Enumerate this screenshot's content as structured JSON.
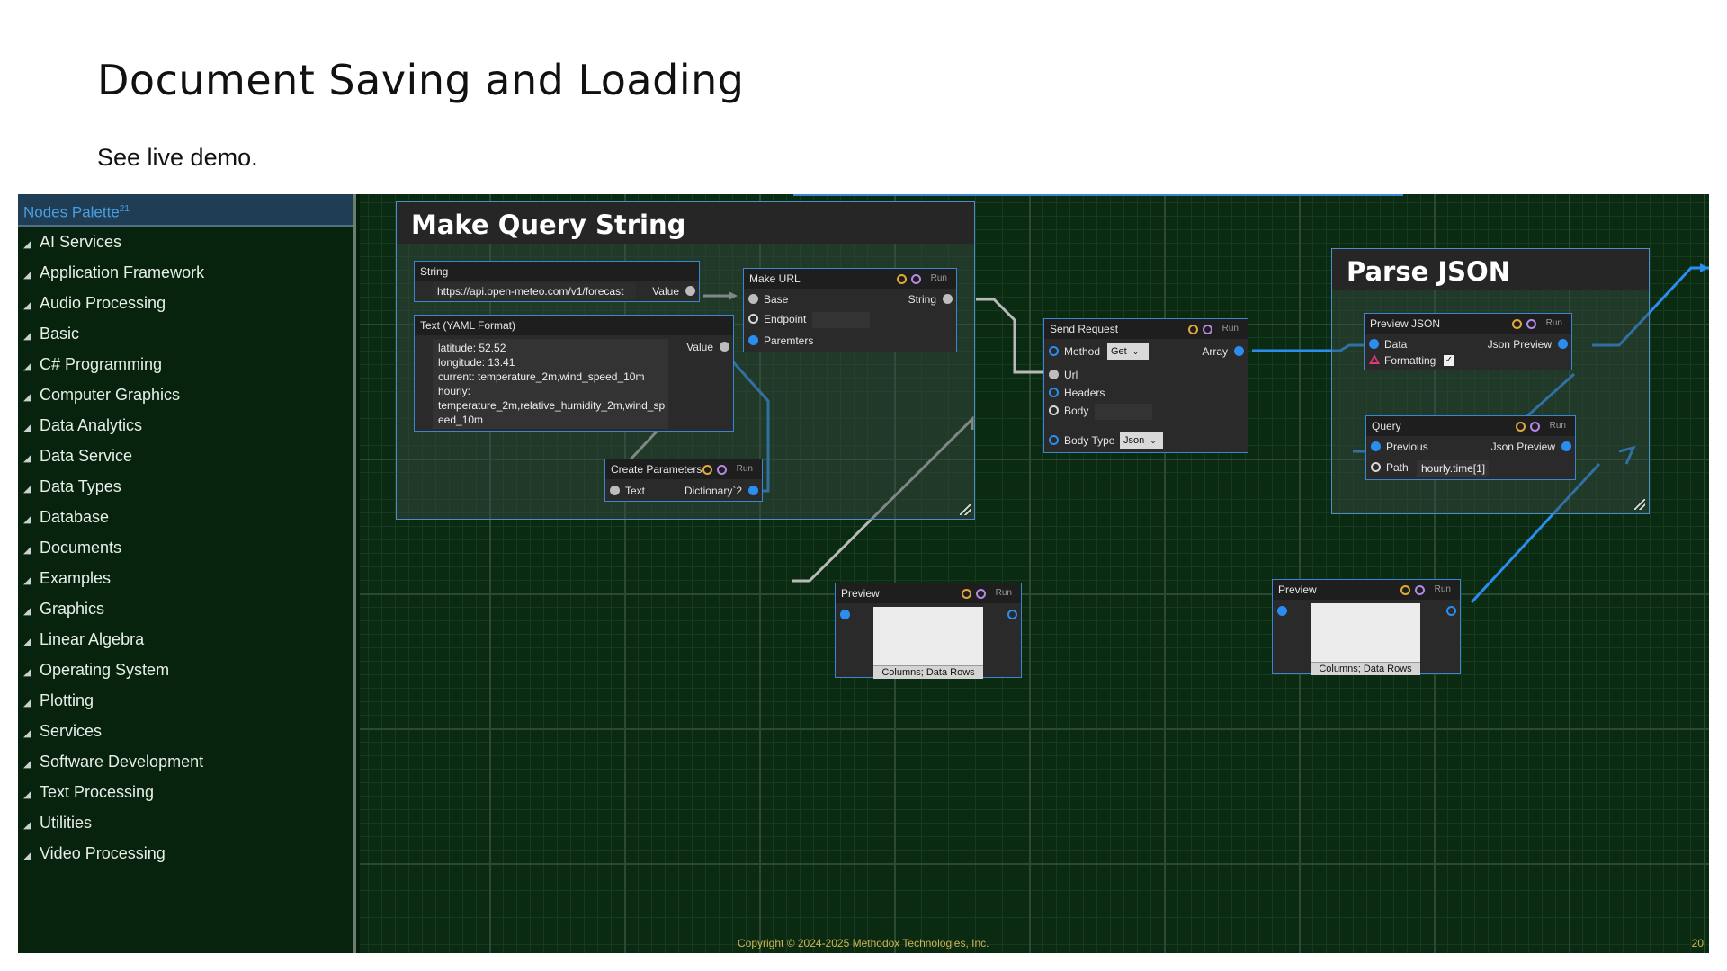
{
  "slide": {
    "title": "Document Saving and Loading",
    "subtitle": "See live demo."
  },
  "palette": {
    "header": "Nodes Palette",
    "count": "21",
    "items": [
      "AI Services",
      "Application Framework",
      "Audio Processing",
      "Basic",
      "C# Programming",
      "Computer Graphics",
      "Data Analytics",
      "Data Service",
      "Data Types",
      "Database",
      "Documents",
      "Examples",
      "Graphics",
      "Linear Algebra",
      "Operating System",
      "Plotting",
      "Services",
      "Software Development",
      "Text Processing",
      "Utilities",
      "Video Processing"
    ],
    "expander_glyph": "◢"
  },
  "groups": {
    "make_query": "Make Query String",
    "parse_json": "Parse JSON"
  },
  "common": {
    "run": "Run"
  },
  "nodes": {
    "string": {
      "title": "String",
      "value": "https://api.open-meteo.com/v1/forecast",
      "out": "Value"
    },
    "yaml": {
      "title": "Text (YAML Format)",
      "out": "Value",
      "lines": [
        "latitude: 52.52",
        "longitude: 13.41",
        "current: temperature_2m,wind_speed_10m",
        "hourly:",
        "temperature_2m,relative_humidity_2m,wind_sp",
        "eed_10m"
      ]
    },
    "make_url": {
      "title": "Make URL",
      "in1": "Base",
      "in2": "Endpoint",
      "in3": "Paremters",
      "out": "String"
    },
    "create_params": {
      "title": "Create Parameters",
      "in": "Text",
      "out": "Dictionary`2"
    },
    "send_request": {
      "title": "Send Request",
      "method_label": "Method",
      "method_value": "Get",
      "out": "Array",
      "url": "Url",
      "headers": "Headers",
      "body": "Body",
      "body_type_label": "Body Type",
      "body_type_value": "Json"
    },
    "preview_json": {
      "title": "Preview JSON",
      "in1": "Data",
      "in2": "Formatting",
      "out": "Json Preview",
      "formatting_checked": "✓"
    },
    "query": {
      "title": "Query",
      "in1": "Previous",
      "in2": "Path",
      "path_value": "hourly.time[1]",
      "out": "Json Preview"
    },
    "preview1": {
      "title": "Preview",
      "footer": "Columns;   Data Rows"
    },
    "preview2": {
      "title": "Preview",
      "footer": "Columns;   Data Rows"
    }
  },
  "footer": {
    "copyright": "Copyright © 2024-2025 Methodox Technologies, Inc.",
    "page": "20"
  },
  "colors": {
    "wire_blue": "#2a8ef0",
    "wire_gray": "#b9b9b9",
    "accent_orange": "#e1a93a",
    "accent_purple": "#b48ae6"
  }
}
